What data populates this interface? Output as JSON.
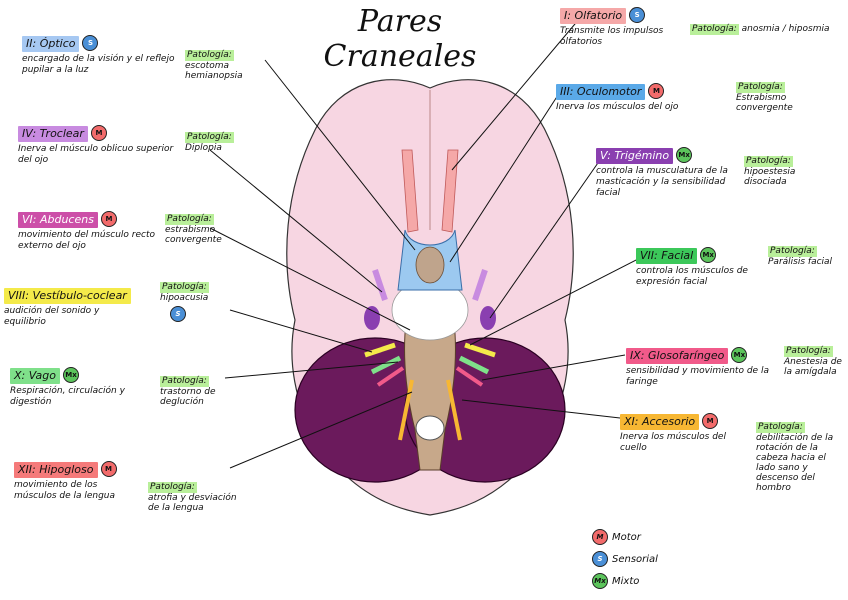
{
  "title": "Pares Craneales",
  "colors": {
    "motor": "#f26b6b",
    "sensorial": "#4a8fd6",
    "mixto": "#5cc45c",
    "brain_outer": "#f7d6e2",
    "cerebellum": "#6b1a5c",
    "patologia_tag": "#b9ef9a"
  },
  "legend": [
    {
      "code": "M",
      "label": "Motor",
      "color": "#f26b6b"
    },
    {
      "code": "S",
      "label": "Sensorial",
      "color": "#4a8fd6"
    },
    {
      "code": "Mx",
      "label": "Mixto",
      "color": "#5cc45c"
    }
  ],
  "nerves": {
    "optico": {
      "name": "II: Óptico",
      "badge": "S",
      "tag_color": "#a6c8f2",
      "function": "encargado de la visión y el reflejo pupilar a la luz",
      "patologia": "Patología:",
      "pathology": "escotoma hemianopsia"
    },
    "olfatorio": {
      "name": "I: Olfatorio",
      "badge": "S",
      "tag_color": "#f5a8a8",
      "function": "Transmite los impulsos olfatorios",
      "patologia": "Patología:",
      "pathology": "anosmia / hiposmia"
    },
    "oculomotor": {
      "name": "III: Oculomotor",
      "badge": "M",
      "tag_color": "#5aa9e8",
      "function": "Inerva los músculos del ojo",
      "patologia": "Patología:",
      "pathology": "Estrabismo convergente"
    },
    "troclear": {
      "name": "IV: Troclear",
      "badge": "M",
      "tag_color": "#c88be0",
      "function": "Inerva el músculo oblicuo superior del ojo",
      "patologia": "Patología:",
      "pathology": "Diplopia"
    },
    "trigemino": {
      "name": "V: Trigémino",
      "badge": "Mx",
      "tag_color": "#8a3fb0",
      "function": "controla la musculatura de la masticación y la sensibilidad facial",
      "patologia": "Patología:",
      "pathology": "hipoestesia disociada"
    },
    "abducens": {
      "name": "VI: Abducens",
      "badge": "M",
      "tag_color": "#cc4fa8",
      "function": "movimiento del músculo recto externo del ojo",
      "patologia": "Patología:",
      "pathology": "estrabismo convergente"
    },
    "facial": {
      "name": "VII: Facial",
      "badge": "Mx",
      "tag_color": "#3cc85a",
      "function": "controla los músculos de expresión facial",
      "patologia": "Patología:",
      "pathology": "Parálisis facial"
    },
    "vestibulo": {
      "name": "VIII: Vestíbulo-coclear",
      "badge": "S",
      "tag_color": "#f4ea4a",
      "function": "audición del sonido y equilibrio",
      "patologia": "Patología:",
      "pathology": "hipoacusia"
    },
    "glosofaringeo": {
      "name": "IX: Glosofaríngeo",
      "badge": "Mx",
      "tag_color": "#f15a8a",
      "function": "sensibilidad y movimiento de la faringe",
      "patologia": "Patología:",
      "pathology": "Anestesia de la amígdala"
    },
    "vago": {
      "name": "X: Vago",
      "badge": "Mx",
      "tag_color": "#7fe08a",
      "function": "Respiración, circulación y digestión",
      "patologia": "Patología:",
      "pathology": "trastorno de deglución"
    },
    "accesorio": {
      "name": "XI: Accesorio",
      "badge": "M",
      "tag_color": "#f7b733",
      "function": "Inerva los músculos del cuello",
      "patologia": "Patología:",
      "pathology": "debilitación de la rotación de la cabeza hacia el lado sano y descenso del hombro"
    },
    "hipogloso": {
      "name": "XII: Hipogloso",
      "badge": "M",
      "tag_color": "#f57a7a",
      "function": "movimiento de los músculos de la lengua",
      "patologia": "Patología:",
      "pathology": "atrofia y desviación de la lengua"
    }
  }
}
